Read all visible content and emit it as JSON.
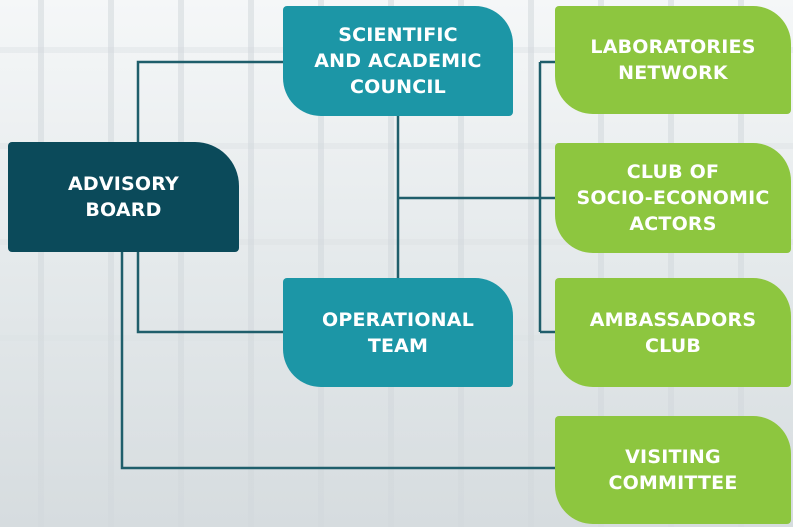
{
  "colors": {
    "dark": "#0b4a5a",
    "teal": "#1c96a6",
    "green": "#8dc63f",
    "line": "#1f5e6b"
  },
  "nodes": {
    "advisory": "ADVISORY\nBOARD",
    "scientific": "SCIENTIFIC\nAND ACADEMIC\nCOUNCIL",
    "operational": "OPERATIONAL\nTEAM",
    "labs": "LABORATORIES\nNETWORK",
    "club": "CLUB OF\nSOCIO-ECONOMIC\nACTORS",
    "ambassadors": "AMBASSADORS\nCLUB",
    "visiting": "VISITING\nCOMMITTEE"
  }
}
